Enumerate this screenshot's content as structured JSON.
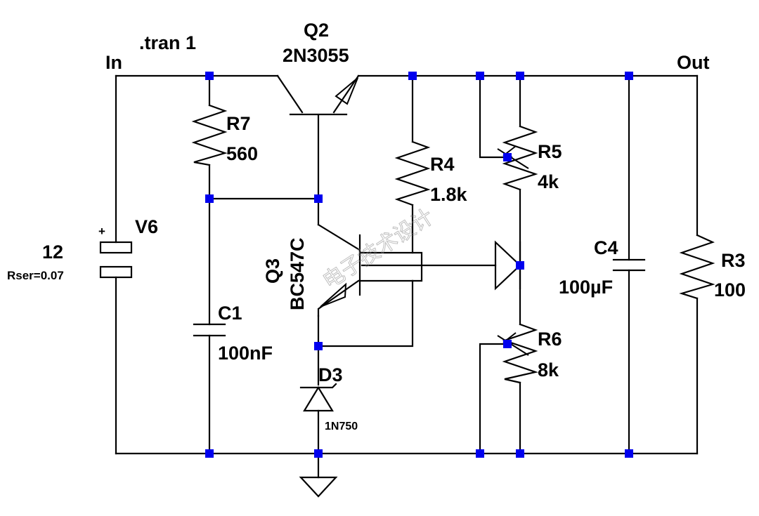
{
  "directive": ".tran 1",
  "nets": {
    "input": "In",
    "output": "Out"
  },
  "components": {
    "q2": {
      "name": "Q2",
      "model": "2N3055"
    },
    "r7": {
      "name": "R7",
      "value": "560"
    },
    "r4": {
      "name": "R4",
      "value": "1.8k"
    },
    "r5": {
      "name": "R5",
      "value": "4k"
    },
    "r6": {
      "name": "R6",
      "value": "8k"
    },
    "v6": {
      "name": "V6",
      "value": "12",
      "param": "Rser=0.07",
      "plus": "+"
    },
    "q3": {
      "name": "Q3",
      "model": "BC547C"
    },
    "c1": {
      "name": "C1",
      "value": "100nF"
    },
    "c4": {
      "name": "C4",
      "value": "100µF"
    },
    "r3": {
      "name": "R3",
      "value": "100"
    },
    "d3": {
      "name": "D3",
      "model": "1N750"
    }
  },
  "watermark": "电子技术设计",
  "colors": {
    "wire": "#000000",
    "node": "#0000ee",
    "background": "#ffffff"
  }
}
